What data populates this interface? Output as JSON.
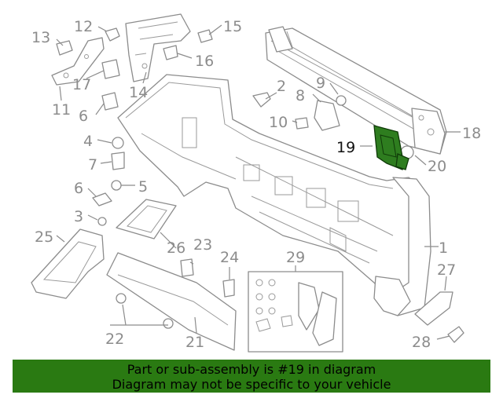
{
  "callouts": {
    "c1": "1",
    "c2": "2",
    "c3": "3",
    "c4": "4",
    "c5": "5",
    "c6a": "6",
    "c6b": "6",
    "c7": "7",
    "c8": "8",
    "c9": "9",
    "c10": "10",
    "c11": "11",
    "c12": "12",
    "c13": "13",
    "c14": "14",
    "c15": "15",
    "c16": "16",
    "c17": "17",
    "c18": "18",
    "c19": "19",
    "c20": "20",
    "c21": "21",
    "c22": "22",
    "c23": "23",
    "c24": "24",
    "c25": "25",
    "c26": "26",
    "c27": "27",
    "c28": "28",
    "c29": "29"
  },
  "highlight": {
    "part": "19",
    "color": "#2e7d1f"
  },
  "banner": {
    "line1": "Part or sub-assembly is #19 in diagram",
    "line2": "Diagram may not be specific to your vehicle",
    "color": "#2a7a12"
  }
}
